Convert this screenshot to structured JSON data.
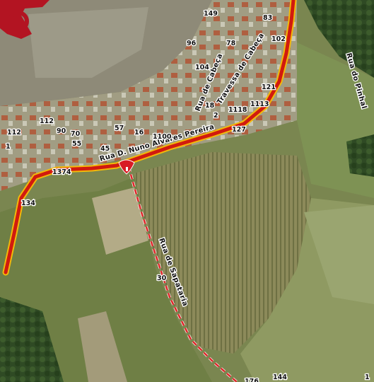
{
  "map": {
    "streets": [
      {
        "id": "rua-d-nuno-alvares-pereira",
        "label": "Rua D. Nuno Alvares Pereira"
      },
      {
        "id": "rua-de-cabeca",
        "label": "Rua de Cabeça"
      },
      {
        "id": "travessa-de-cabeca",
        "label": "Travessa de Cabeça"
      },
      {
        "id": "rua-do-pinhal",
        "label": "Rua do Pinhal"
      },
      {
        "id": "rua-de-sapataria",
        "label": "Rua de Sapataria"
      }
    ],
    "house_numbers": [
      "149",
      "83",
      "96",
      "78",
      "102",
      "104",
      "121",
      "1118",
      "2",
      "18",
      "1113",
      "57",
      "16",
      "1100",
      "127",
      "112",
      "90",
      "70",
      "55",
      "45",
      "112",
      "1374",
      "134",
      "30",
      "176",
      "144",
      "1",
      "1"
    ],
    "colors": {
      "main_road": "#d11a0f",
      "main_road_casing": "#f2b90a",
      "secondary_path": "#e0262a",
      "marker": "#d81b24",
      "logo": "#b31422"
    },
    "icons": [
      "location-pin-icon",
      "logo-icon"
    ]
  }
}
